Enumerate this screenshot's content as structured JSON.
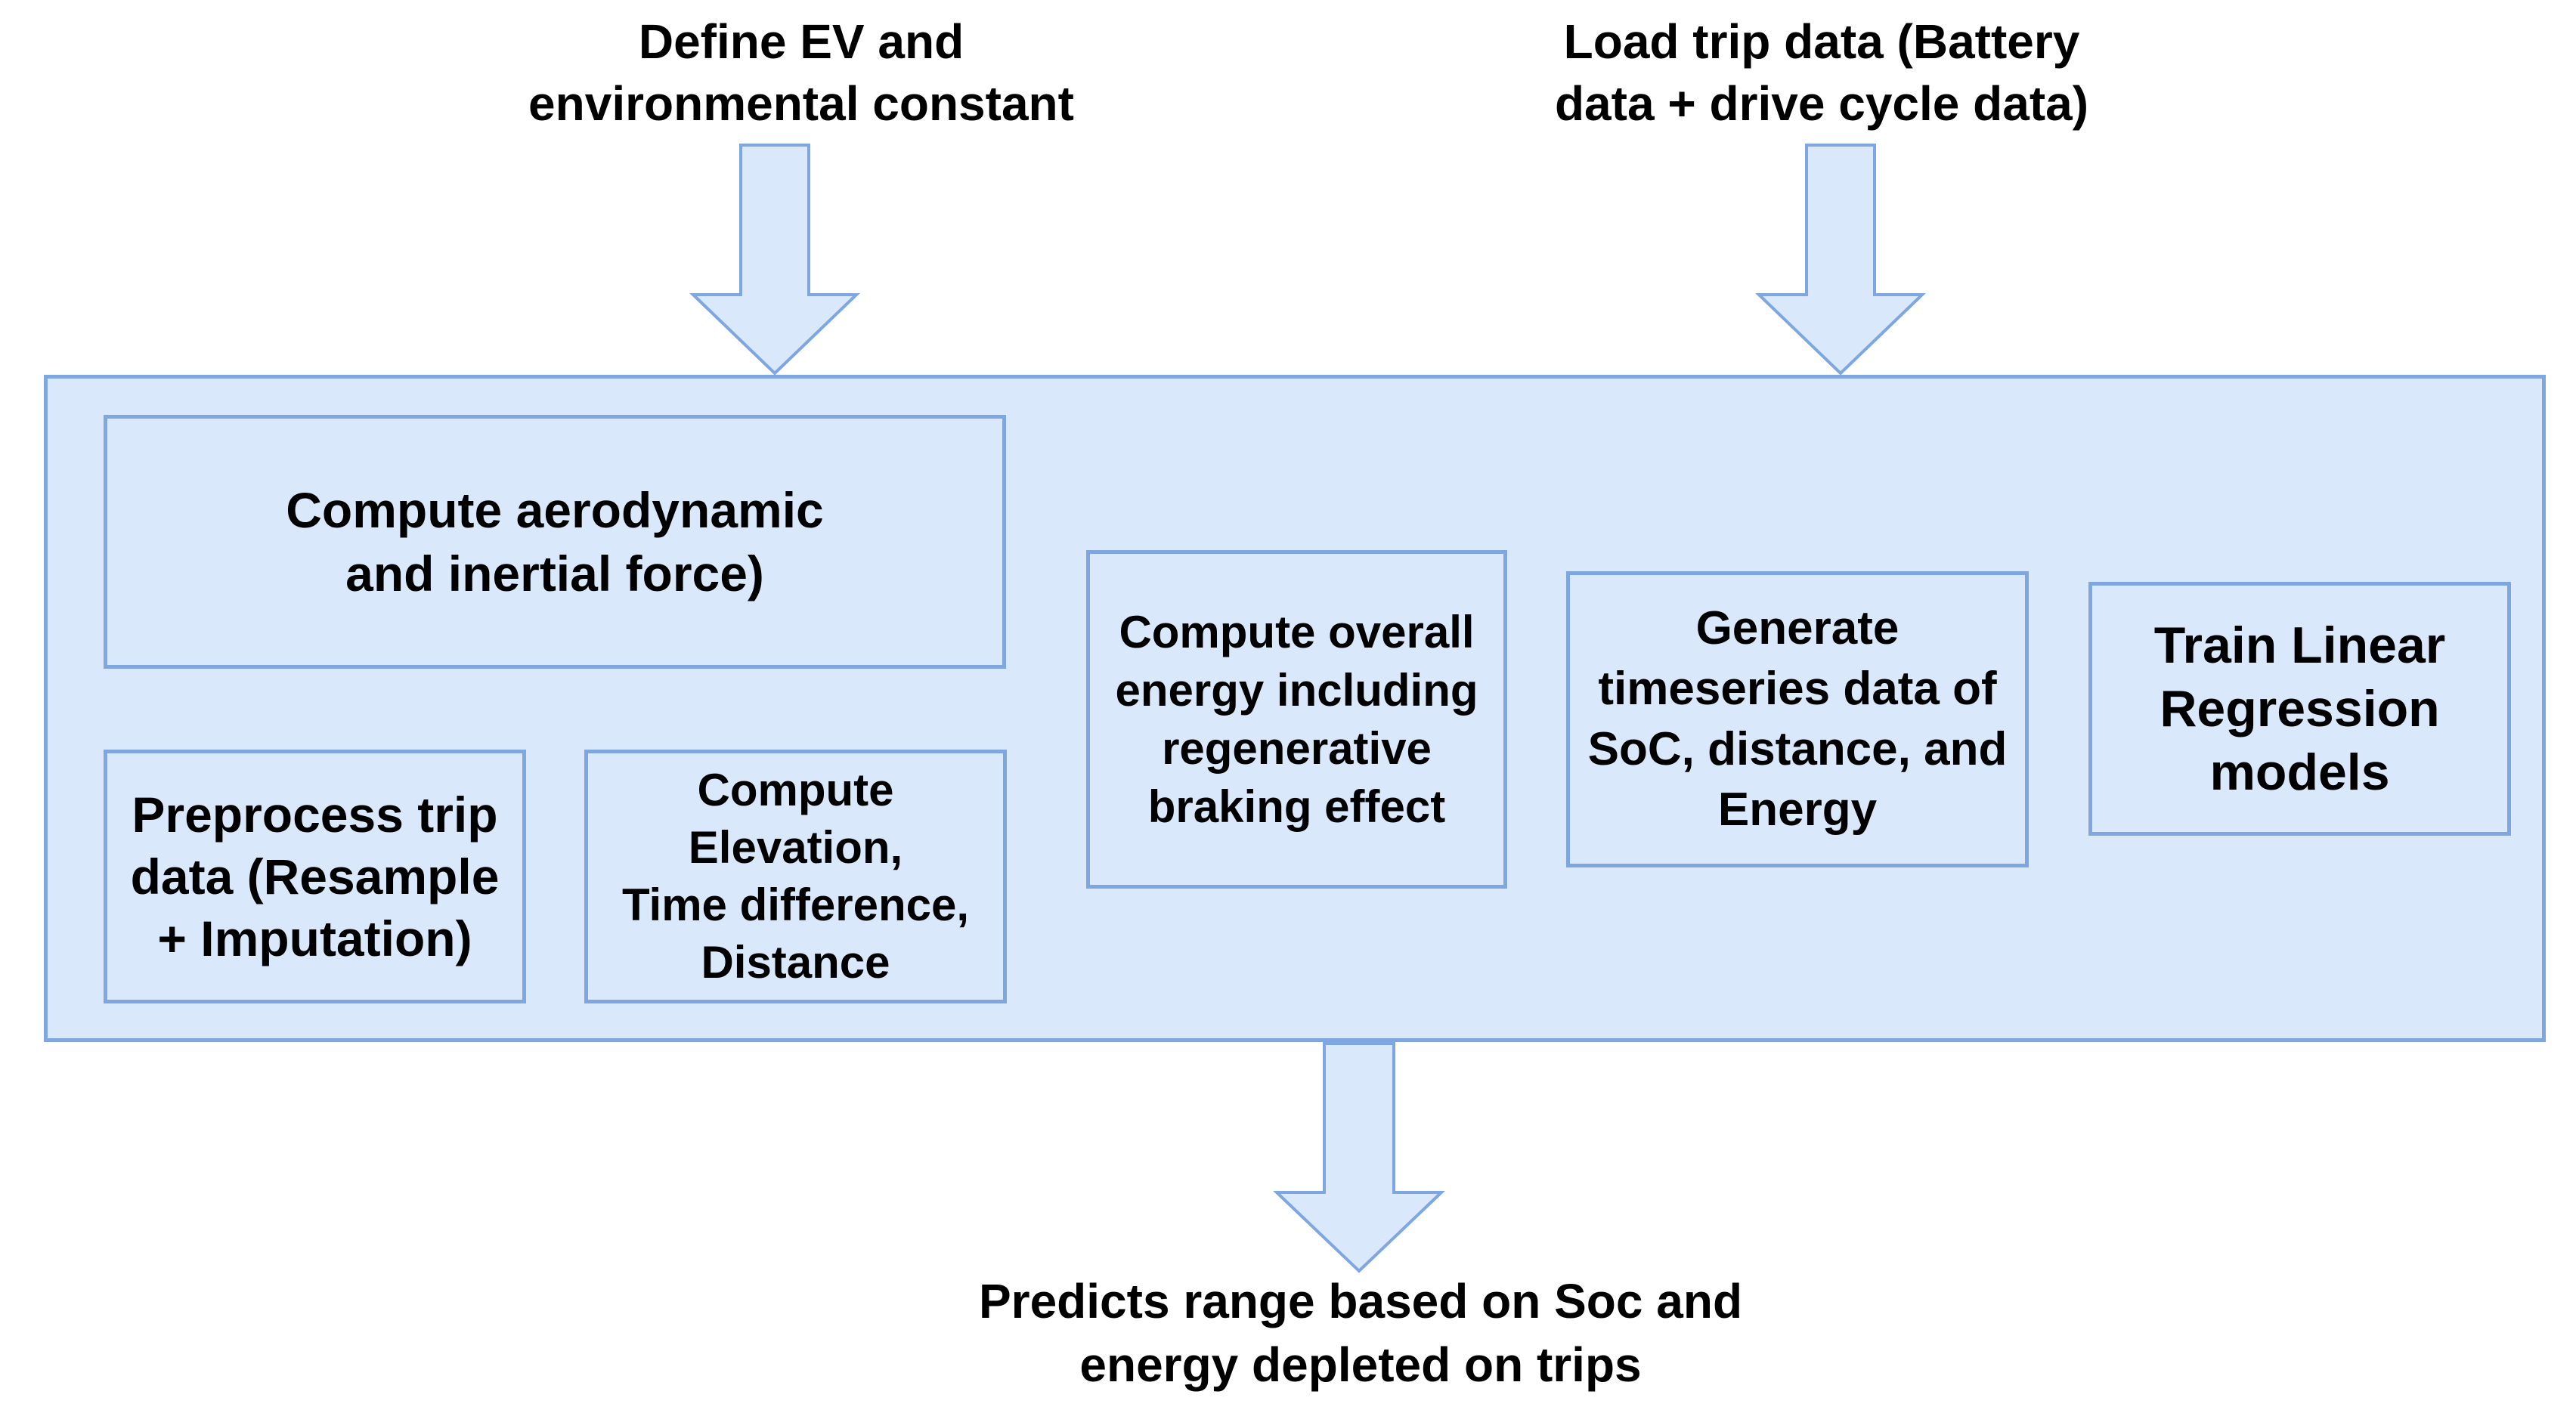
{
  "inputs": {
    "ev_constants": "Define EV and\nenvironmental constant",
    "trip_data": "Load trip data (Battery\ndata + drive cycle data)"
  },
  "process": {
    "aero_force": "Compute aerodynamic\nand inertial force)",
    "preprocess": "Preprocess trip\ndata (Resample\n+ Imputation)",
    "elevation": "Compute\nElevation,\nTime difference,\nDistance",
    "overall_energy": "Compute overall\nenergy including\nregenerative\nbraking effect",
    "timeseries": "Generate\ntimeseries data of\nSoC, distance, and\nEnergy",
    "train_models": "Train Linear\nRegression\nmodels"
  },
  "output": {
    "prediction": "Predicts range based on Soc and\nenergy depleted on trips"
  },
  "colors": {
    "fill": "#dae8fc",
    "stroke": "#7ea6e0"
  }
}
